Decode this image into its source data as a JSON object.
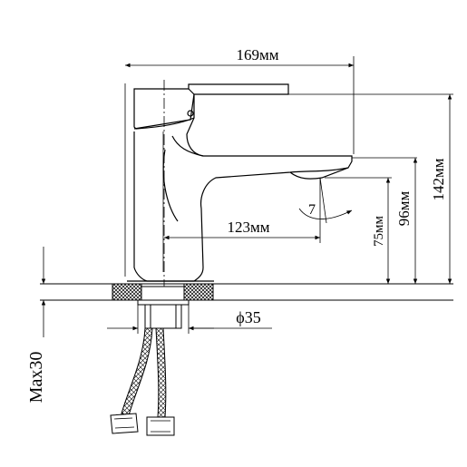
{
  "diagram": {
    "dimensions": {
      "overall_length": "169мм",
      "spout_reach": "123мм",
      "total_height": "142мм",
      "spout_height": "96мм",
      "outlet_height": "75мм",
      "diameter": "ϕ35",
      "max_thickness": "Max30",
      "angle": "7"
    },
    "colors": {
      "line": "#000000",
      "background": "#ffffff"
    }
  }
}
